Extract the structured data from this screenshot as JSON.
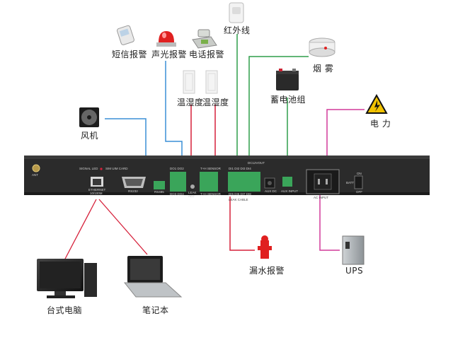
{
  "labels": {
    "sms_alarm": "短信报警",
    "sound_light_alarm": "声光报警",
    "phone_alarm": "电话报警",
    "infrared": "红外线",
    "smoke": "烟 雾",
    "battery_group": "蓄电池组",
    "power": "电 力",
    "fan": "风机",
    "temp_humidity_1": "温湿度",
    "temp_humidity_2": "温湿度",
    "water_leak_alarm": "漏水报警",
    "ups": "UPS",
    "desktop_pc": "台式电脑",
    "laptop": "笔记本"
  },
  "panel": {
    "ant": "ANT",
    "signal_led": "SIGNAL LED",
    "sim_card": "SIM  UIM  CARD",
    "ethernet": "ETHERNET",
    "ethernet_speed": "10/100M",
    "rs232": "RS232",
    "rs485": "RS485",
    "leak_adj": "LEAK ADJ",
    "do_labels": "DO1  DO2",
    "do_labels_2": "DO3  DO4",
    "th_sensor": "T+H SENSOR",
    "di_labels": "DI1 DI2 DI3 DI4",
    "di_labels_2": "DI5 DI6 DI7 DI8",
    "leak_cable": "LEAK CABLE",
    "dc12v_out": "DC12VOUT",
    "aux_in": "AUX DC",
    "aux_input": "AUX INPUT",
    "ac_input": "AC INPUT",
    "switch_on": "ON",
    "switch_off": "OFF",
    "batt": "BATT"
  },
  "colors": {
    "blue_line": "#3a8fd6",
    "red_line": "#d6203a",
    "green_line": "#2e9e4a",
    "magenta_line": "#d23a9a",
    "panel_body": "#2b2b2b",
    "terminal_green": "#3aa55a"
  }
}
